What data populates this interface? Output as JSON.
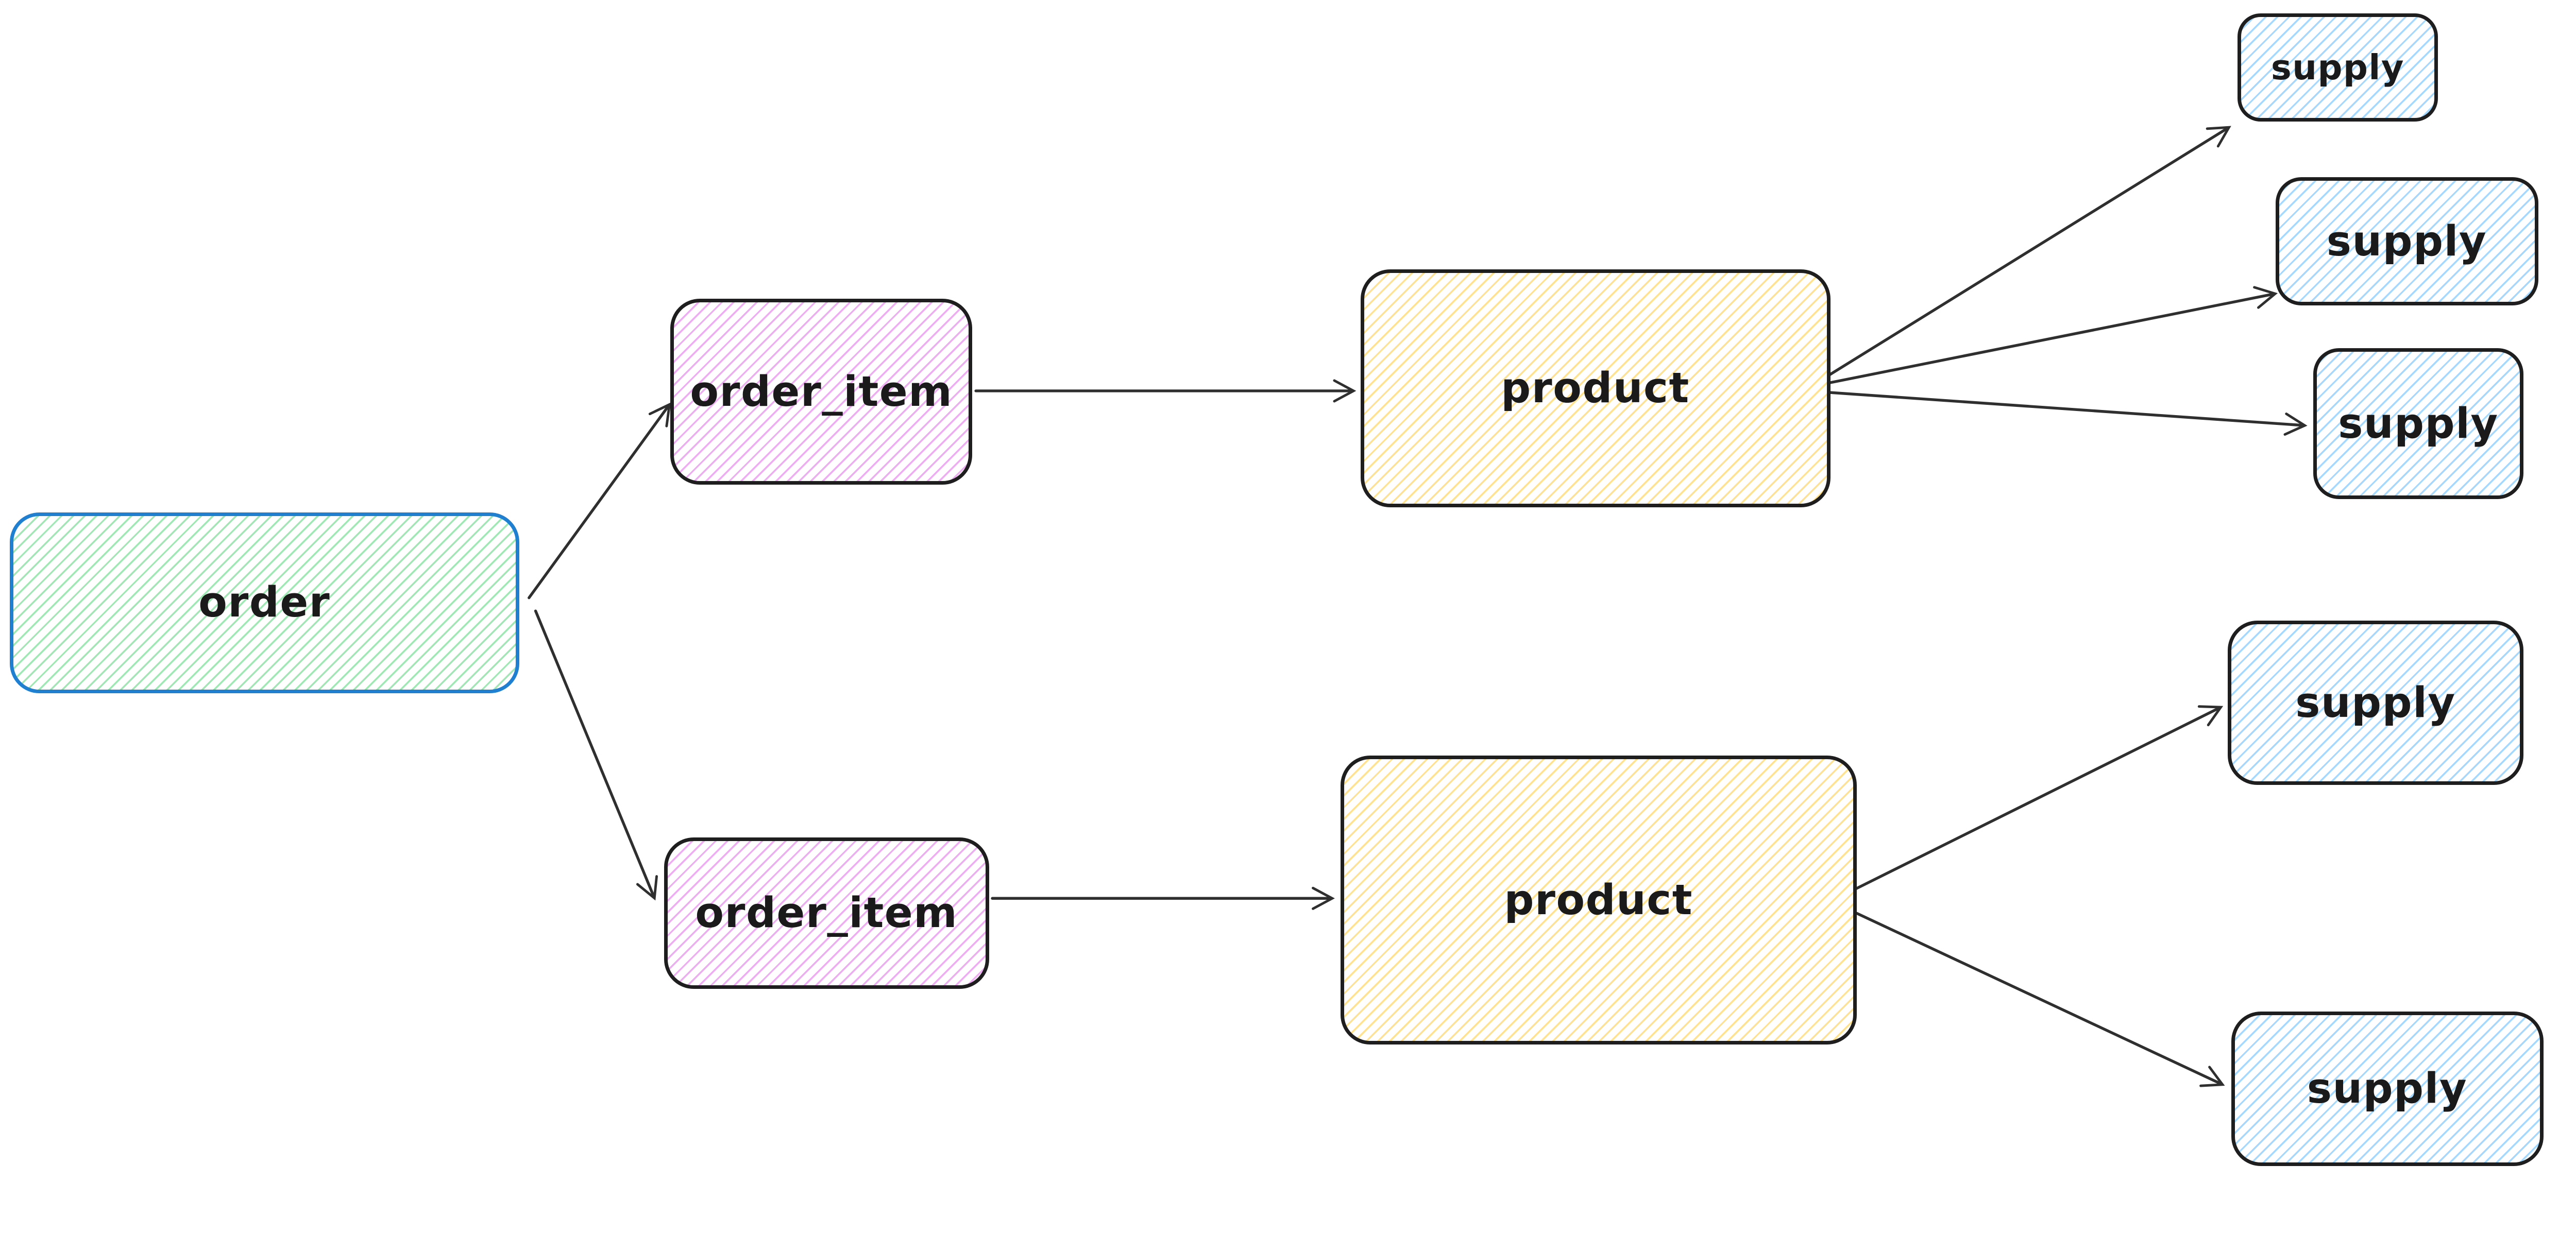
{
  "canvas": {
    "background_color": "#ffffff",
    "arrow_color": "#2f2f2f",
    "text_color": "#1a1a1a"
  },
  "nodes": {
    "order": {
      "label": "order",
      "hatch_color": "#9fe7b3",
      "border_color": "#1f7fd1"
    },
    "order_item_top": {
      "label": "order_item",
      "hatch_color": "#eeadf2",
      "border_color": "#1e1e1e"
    },
    "order_item_bottom": {
      "label": "order_item",
      "hatch_color": "#eeadf2",
      "border_color": "#1e1e1e"
    },
    "product_top": {
      "label": "product",
      "hatch_color": "#ffe18f",
      "border_color": "#1e1e1e"
    },
    "product_bottom": {
      "label": "product",
      "hatch_color": "#ffe18f",
      "border_color": "#1e1e1e"
    },
    "supply_1": {
      "label": "supply",
      "hatch_color": "#a5d8ff",
      "border_color": "#1e1e1e"
    },
    "supply_2": {
      "label": "supply",
      "hatch_color": "#a5d8ff",
      "border_color": "#1e1e1e"
    },
    "supply_3": {
      "label": "supply",
      "hatch_color": "#a5d8ff",
      "border_color": "#1e1e1e"
    },
    "supply_4": {
      "label": "supply",
      "hatch_color": "#a5d8ff",
      "border_color": "#1e1e1e"
    },
    "supply_5": {
      "label": "supply",
      "hatch_color": "#a5d8ff",
      "border_color": "#1e1e1e"
    }
  },
  "edges": [
    {
      "from": "order",
      "to": "order_item_top"
    },
    {
      "from": "order",
      "to": "order_item_bottom"
    },
    {
      "from": "order_item_top",
      "to": "product_top"
    },
    {
      "from": "order_item_bottom",
      "to": "product_bottom"
    },
    {
      "from": "product_top",
      "to": "supply_1"
    },
    {
      "from": "product_top",
      "to": "supply_2"
    },
    {
      "from": "product_top",
      "to": "supply_3"
    },
    {
      "from": "product_bottom",
      "to": "supply_4"
    },
    {
      "from": "product_bottom",
      "to": "supply_5"
    }
  ]
}
